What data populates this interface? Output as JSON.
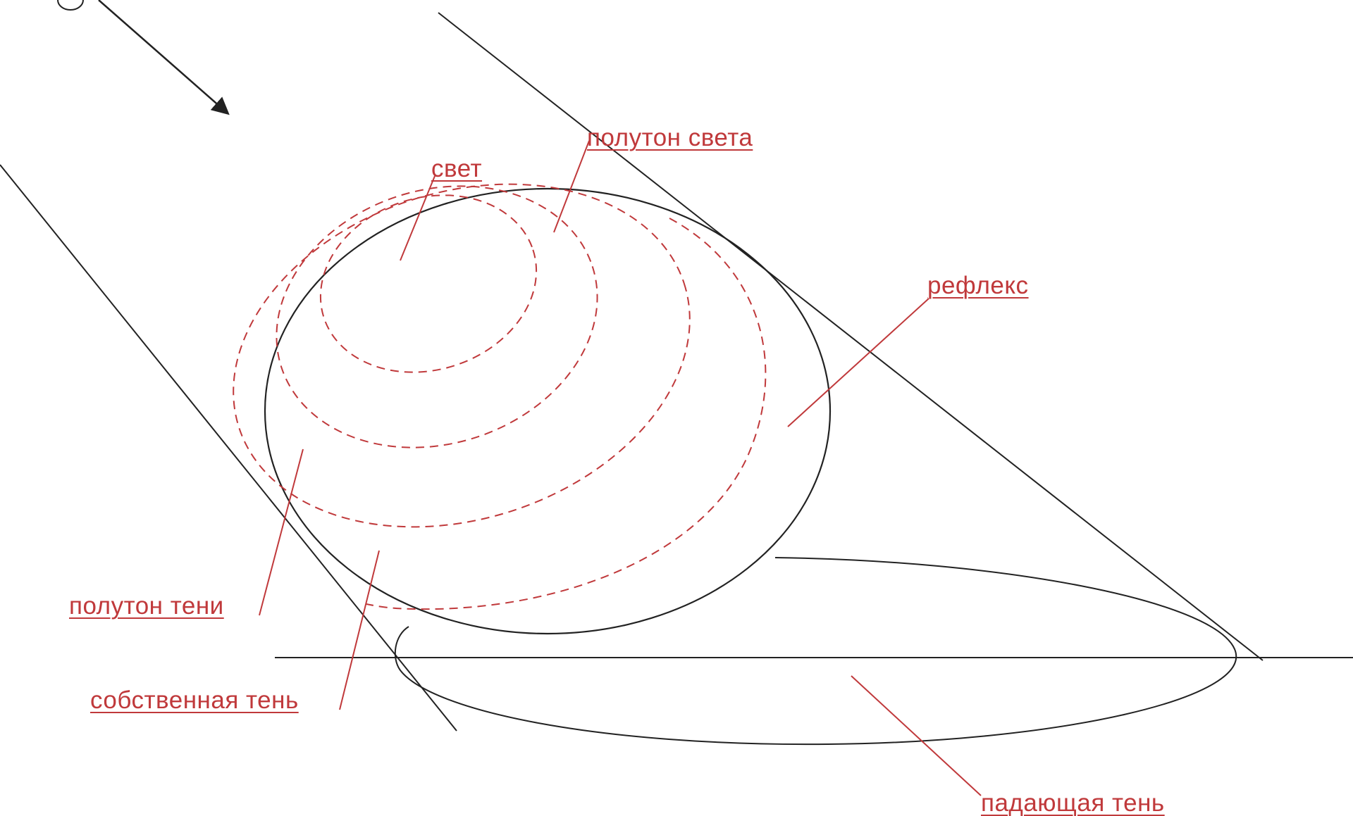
{
  "colors": {
    "outline": "#222222",
    "annotation": "#c0393b",
    "background": "#ffffff"
  },
  "labels": {
    "light": "свет",
    "light_halftone": "полутон света",
    "reflex": "рефлекс",
    "shadow_halftone": "полутон тени",
    "own_shadow": "собственная тень",
    "cast_shadow": "падающая тень"
  }
}
